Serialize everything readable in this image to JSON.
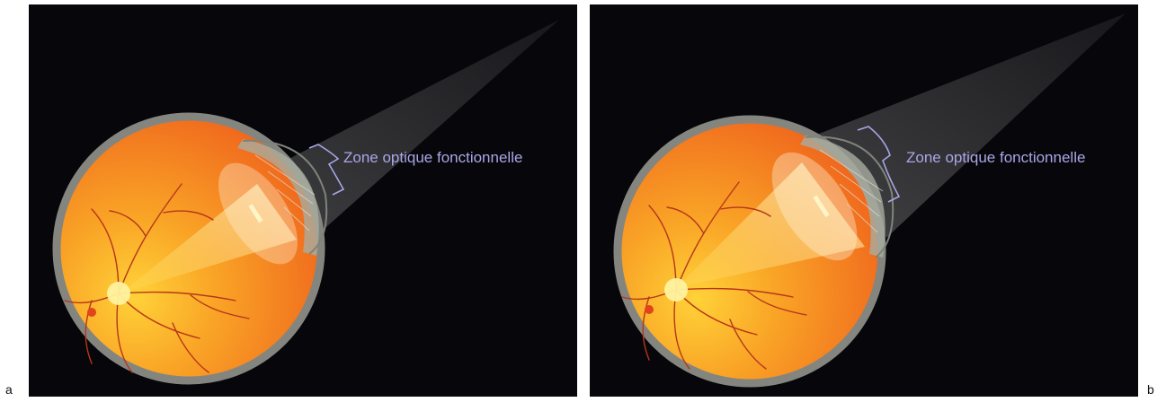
{
  "figure": {
    "panels": [
      {
        "letter": "a",
        "label": "Zone optique fonctionnelle"
      },
      {
        "letter": "b",
        "label": "Zone optique fonctionnelle"
      }
    ]
  },
  "colors": {
    "background": "#07070b",
    "label": "#a9a6e6",
    "retina": "#f37a1a",
    "sclera": "#8a8a86",
    "light_beam": "#ffe9a8"
  }
}
